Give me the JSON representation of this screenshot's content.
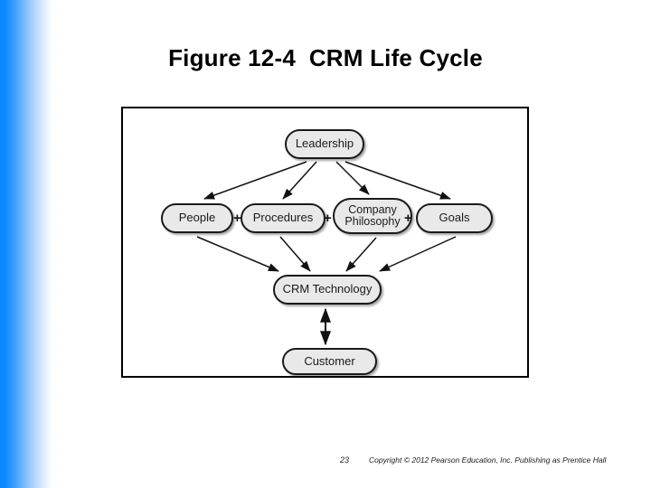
{
  "slide": {
    "title": "Figure 12-4  CRM Life Cycle",
    "background_color": "#ffffff",
    "accent_color": "#0d8bff"
  },
  "figure": {
    "border_color": "#000000",
    "node_fill_color": "#e9e9e9",
    "node_border_color": "#1a1a1a",
    "nodes": [
      {
        "id": "leadership",
        "label": "Leadership"
      },
      {
        "id": "people",
        "label": "People"
      },
      {
        "id": "procedures",
        "label": "Procedures"
      },
      {
        "id": "philosophy",
        "label": "Company\nPhilosophy"
      },
      {
        "id": "goals",
        "label": "Goals"
      },
      {
        "id": "crm",
        "label": "CRM Technology"
      },
      {
        "id": "customer",
        "label": "Customer"
      }
    ],
    "operators": [
      {
        "id": "plus-1",
        "label": "+"
      },
      {
        "id": "plus-2",
        "label": "+"
      },
      {
        "id": "plus-3",
        "label": "+"
      }
    ],
    "connections": [
      {
        "from": "leadership",
        "to": "people",
        "style": "arrow"
      },
      {
        "from": "leadership",
        "to": "procedures",
        "style": "arrow"
      },
      {
        "from": "leadership",
        "to": "philosophy",
        "style": "arrow"
      },
      {
        "from": "leadership",
        "to": "goals",
        "style": "arrow"
      },
      {
        "from": "people",
        "to": "crm",
        "style": "arrow"
      },
      {
        "from": "procedures",
        "to": "crm",
        "style": "arrow"
      },
      {
        "from": "philosophy",
        "to": "crm",
        "style": "arrow"
      },
      {
        "from": "goals",
        "to": "crm",
        "style": "arrow"
      },
      {
        "from": "crm",
        "to": "customer",
        "style": "double-arrow"
      }
    ]
  },
  "footer": {
    "page_number": "23",
    "copyright": "Copyright © 2012 Pearson Education, Inc. Publishing as Prentice Hall"
  }
}
